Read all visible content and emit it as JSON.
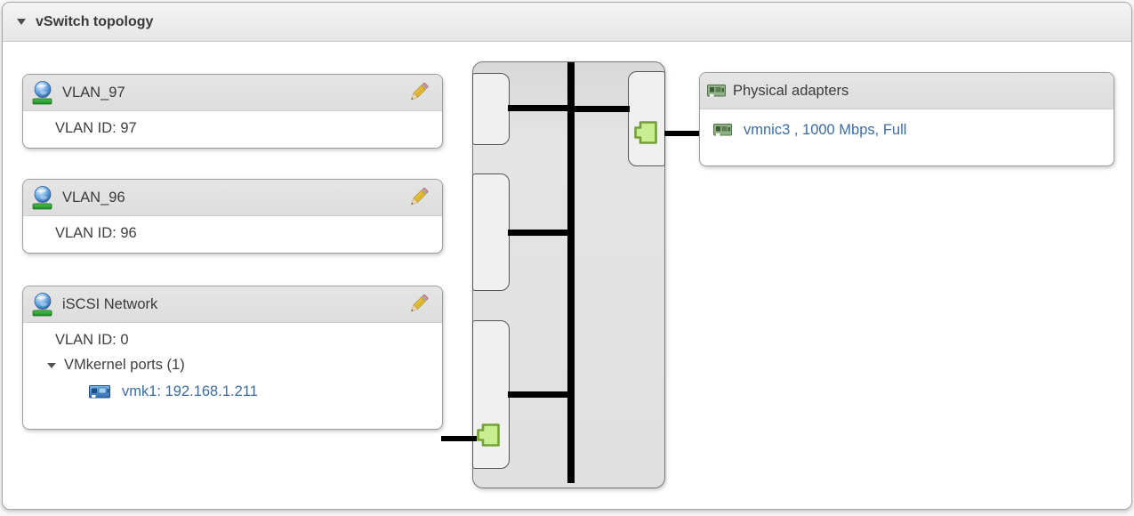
{
  "panel": {
    "title": "vSwitch topology"
  },
  "port_groups": [
    {
      "name": "VLAN_97",
      "vlan": "VLAN ID: 97"
    },
    {
      "name": "VLAN_96",
      "vlan": "VLAN ID: 96"
    },
    {
      "name": "iSCSI Network",
      "vlan": "VLAN ID: 0",
      "vmkernel_ports_label": "VMkernel ports (1)",
      "vmk": "vmk1: 192.168.1.211"
    }
  ],
  "physical_adapters": {
    "title": "Physical adapters",
    "items": [
      {
        "label": "vmnic3 , 1000 Mbps, Full"
      }
    ]
  },
  "colors": {
    "link": "#3c6c9f",
    "line": "#000000",
    "plug_fill": "#c9ee91",
    "plug_border": "#74a135"
  }
}
